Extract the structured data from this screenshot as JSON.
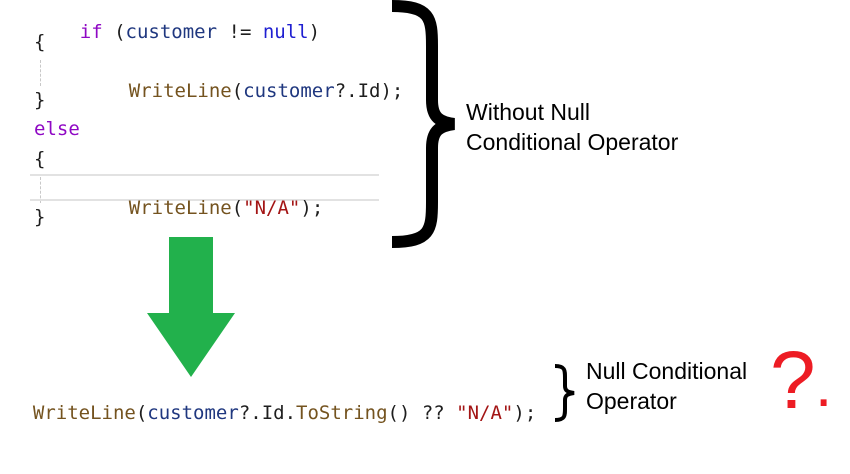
{
  "code_block": {
    "lines": {
      "l1": {
        "kw": "if",
        "open": " (",
        "ident": "customer",
        "op": " != ",
        "null_kw": "null",
        "close": ")"
      },
      "l2": "{",
      "l3": {
        "meth": "WriteLine",
        "open": "(",
        "ident": "customer",
        "rest": "?.Id);"
      },
      "l4": "}",
      "l5": "else",
      "l6": "{",
      "l7": {
        "meth": "WriteLine",
        "open": "(",
        "str": "\"N/A\"",
        "rest": ");"
      },
      "l8": "}"
    }
  },
  "bottom_code": {
    "meth1": "WriteLine",
    "open": "(",
    "ident": "customer",
    "mid": "?.Id.",
    "meth2": "ToString",
    "mid2": "() ?? ",
    "str": "\"N/A\"",
    "close": ");"
  },
  "labels": {
    "without_line1": "Without Null",
    "without_line2": "Conditional Operator",
    "with_line1": "Null Conditional",
    "with_line2": "Operator",
    "question_mark": "?",
    "dot": "."
  },
  "colors": {
    "arrow": "#22b14c",
    "question": "#ed1c24",
    "brace": "#000000"
  },
  "icons": {
    "arrow": "down-arrow-icon",
    "big_brace": "right-curly-brace-icon",
    "small_brace": "right-curly-brace-icon"
  }
}
